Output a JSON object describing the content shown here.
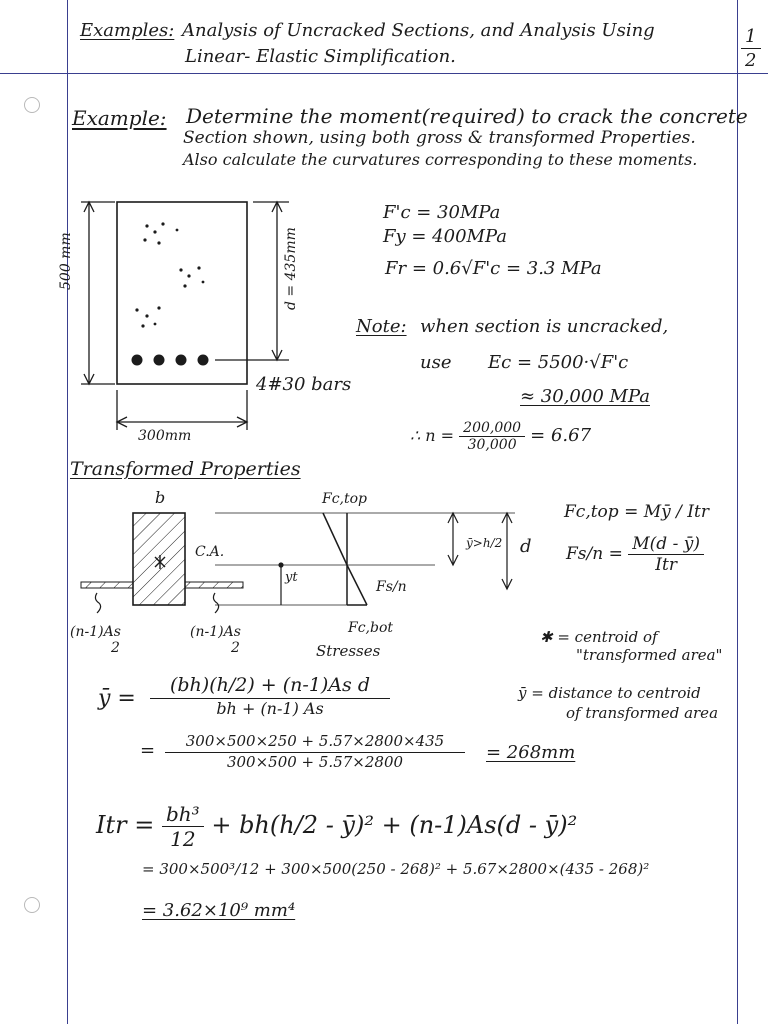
{
  "header": {
    "title_label": "Examples:",
    "title_line1": "Analysis of Uncracked Sections, and Analysis Using",
    "title_line2": "Linear- Elastic Simplification.",
    "page_number": "1",
    "page_total": "2"
  },
  "problem": {
    "label": "Example:",
    "line1": "Determine the moment(required) to crack the concrete",
    "line2": "Section shown, using both gross & transformed Properties.",
    "line3": "Also calculate the curvatures corresponding to these moments."
  },
  "section": {
    "height_dim": "500 mm",
    "depth_dim": "d = 435mm",
    "width_dim": "300mm",
    "bars": "4#30 bars"
  },
  "materials": {
    "fc": "F'c = 30MPa",
    "fy": "Fy = 400MPa",
    "fr": "Fr = 0.6√F'c  =  3.3 MPa"
  },
  "note": {
    "label": "Note:",
    "text": "when section is uncracked,",
    "use_label": "use",
    "ec": "Ec = 5500·√F'c",
    "ec_value": "≈ 30,000 MPa",
    "n_prefix": "∴ n =",
    "n_num": "200,000",
    "n_den": "30,000",
    "n_value": "= 6.67"
  },
  "transformed": {
    "heading": "Transformed Properties",
    "b": "b",
    "ca": "C.A.",
    "yt": "yt",
    "left_label_top": "(n-1)As",
    "left_label_bot": "2",
    "right_label_top": "(n-1)As",
    "right_label_bot": "2",
    "fc_top": "Fc,top",
    "fc_bot": "Fc,bot",
    "fs_n": "Fs/n",
    "stresses": "Stresses",
    "ybar_h2": "ȳ>h/2",
    "d": "d"
  },
  "formulas": {
    "fctop_lhs": "Fc,top =",
    "fctop_rhs": "Mȳ / Itr",
    "fs_lhs": "Fs/n =",
    "fs_num": "M(d - ȳ)",
    "fs_den": "Itr",
    "centroid_note1": "✱ = centroid of",
    "centroid_note2": "\"transformed area\"",
    "ybar_note1": "ȳ = distance to centroid",
    "ybar_note2": "of transformed area"
  },
  "ybar": {
    "lhs": "ȳ =",
    "num": "(bh)(h/2) + (n-1)As d",
    "den": "bh   +   (n-1) As",
    "eq": "=",
    "num2": "300×500×250 + 5.57×2800×435",
    "den2": "300×500  +  5.57×2800",
    "result": "= 268mm"
  },
  "itr": {
    "lhs": "Itr =",
    "term1_num": "bh³",
    "term1_den": "12",
    "rest": "+ bh(h/2 - ȳ)²  +  (n-1)As(d - ȳ)²",
    "line2": "= 300×500³/12  +  300×500(250 - 268)²  + 5.67×2800×(435 - 268)²",
    "line3": "= 3.62×10⁹ mm⁴"
  }
}
